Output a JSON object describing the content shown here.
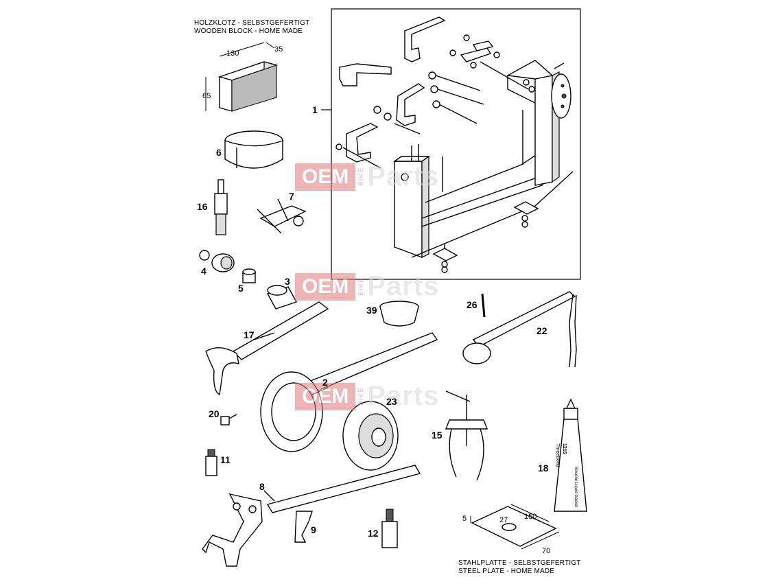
{
  "notes": {
    "wooden_block_de": "HOLZKLOTZ - SELBSTGEFERTIGT",
    "wooden_block_en": "WOODEN BLOCK - HOME MADE",
    "steel_plate_de": "STAHLPLATTE - SELBSTGEFERTIGT",
    "steel_plate_en": "STEEL PLATE - HOME MADE"
  },
  "dimensions": {
    "block_length": "130",
    "block_depth": "35",
    "block_height": "65",
    "plate_thickness": "5",
    "plate_hole": "27",
    "plate_length": "150",
    "plate_width": "70"
  },
  "part_numbers": {
    "p1": "1",
    "p2": "2",
    "p3": "3",
    "p4": "4",
    "p5": "5",
    "p6": "6",
    "p7": "7",
    "p8": "8",
    "p9": "9",
    "p11": "11",
    "p12": "12",
    "p15": "15",
    "p16": "16",
    "p17": "17",
    "p18": "18",
    "p20": "20",
    "p22": "22",
    "p23": "23",
    "p26": "26",
    "p39": "39"
  },
  "tube_label": {
    "brand": "ThreeBond",
    "code": "1215",
    "desc": "Silicone Liquid Gasket"
  },
  "watermark": {
    "oem": "OEM",
    "bike": "BIKE",
    "parts": "Parts"
  }
}
